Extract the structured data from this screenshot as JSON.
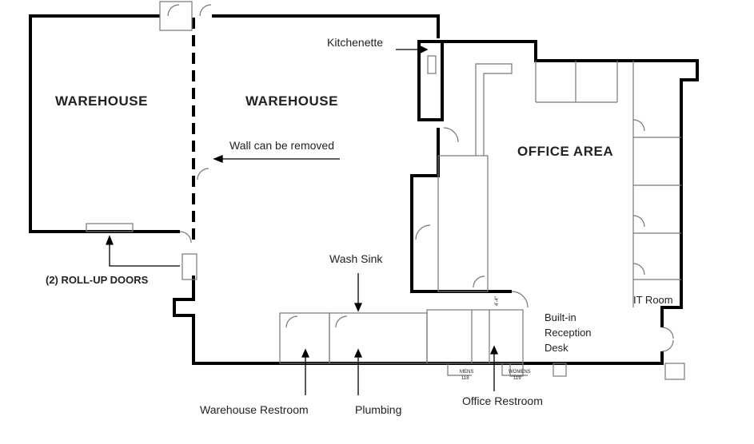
{
  "labels": {
    "warehouse_left": "WAREHOUSE",
    "warehouse_right": "WAREHOUSE",
    "kitchenette": "Kitchenette",
    "wall_removed": "Wall can be removed",
    "office_area": "OFFICE AREA",
    "roll_up_doors": "(2) ROLL-UP DOORS",
    "wash_sink": "Wash Sink",
    "reception_1": "Built-in",
    "reception_2": "Reception",
    "reception_3": "Desk",
    "it_room": "IT Room",
    "warehouse_restroom": "Warehouse Restroom",
    "plumbing": "Plumbing",
    "office_restroom": "Office Restroom",
    "mens": "MENS",
    "mens_num": "118",
    "womens": "WOMENS",
    "womens_num": "119",
    "dimension": "4'-4\""
  },
  "colors": {
    "wall": "#000000",
    "thin": "#777777"
  }
}
